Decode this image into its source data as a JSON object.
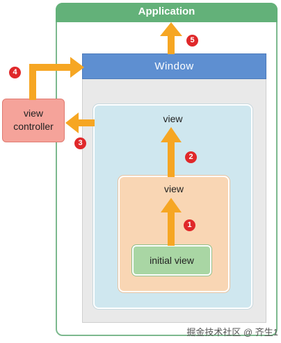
{
  "application": {
    "title": "Application"
  },
  "window": {
    "title": "Window"
  },
  "views": {
    "outer": {
      "label": "view"
    },
    "inner": {
      "label": "view"
    },
    "initial": {
      "label": "initial view"
    }
  },
  "view_controller": {
    "line1": "view",
    "line2": "controller"
  },
  "steps": [
    "1",
    "2",
    "3",
    "4",
    "5"
  ],
  "watermark": "掘金技术社区 @ 齐生1",
  "colors": {
    "arrow": "#f6a623",
    "badge": "#e0282a",
    "application": "#63b179",
    "window": "#5e8fd1",
    "outer_view": "#cfe7ef",
    "inner_view": "#f9d6b4",
    "initial_view": "#a9d6a4",
    "view_controller": "#f5a39a"
  }
}
